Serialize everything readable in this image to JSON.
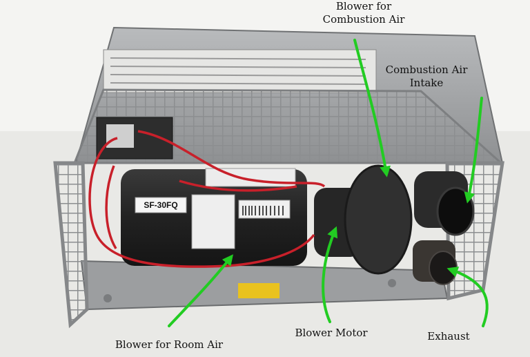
{
  "labels": {
    "blower_combustion": [
      "Blower for",
      "Combustion Air"
    ],
    "combustion_intake": [
      "Combustion Air",
      "Intake"
    ],
    "blower_room_air": "Blower for Room Air",
    "blower_motor": "Blower Motor",
    "exhaust": "Exhaust"
  },
  "model_plate": "SF-30FQ",
  "colors": {
    "arrow": "#22cc22",
    "housing": "#a7a9ab",
    "motor": "#2a2a2a",
    "wire": "#c8202a",
    "background": "#f2f2f0"
  }
}
